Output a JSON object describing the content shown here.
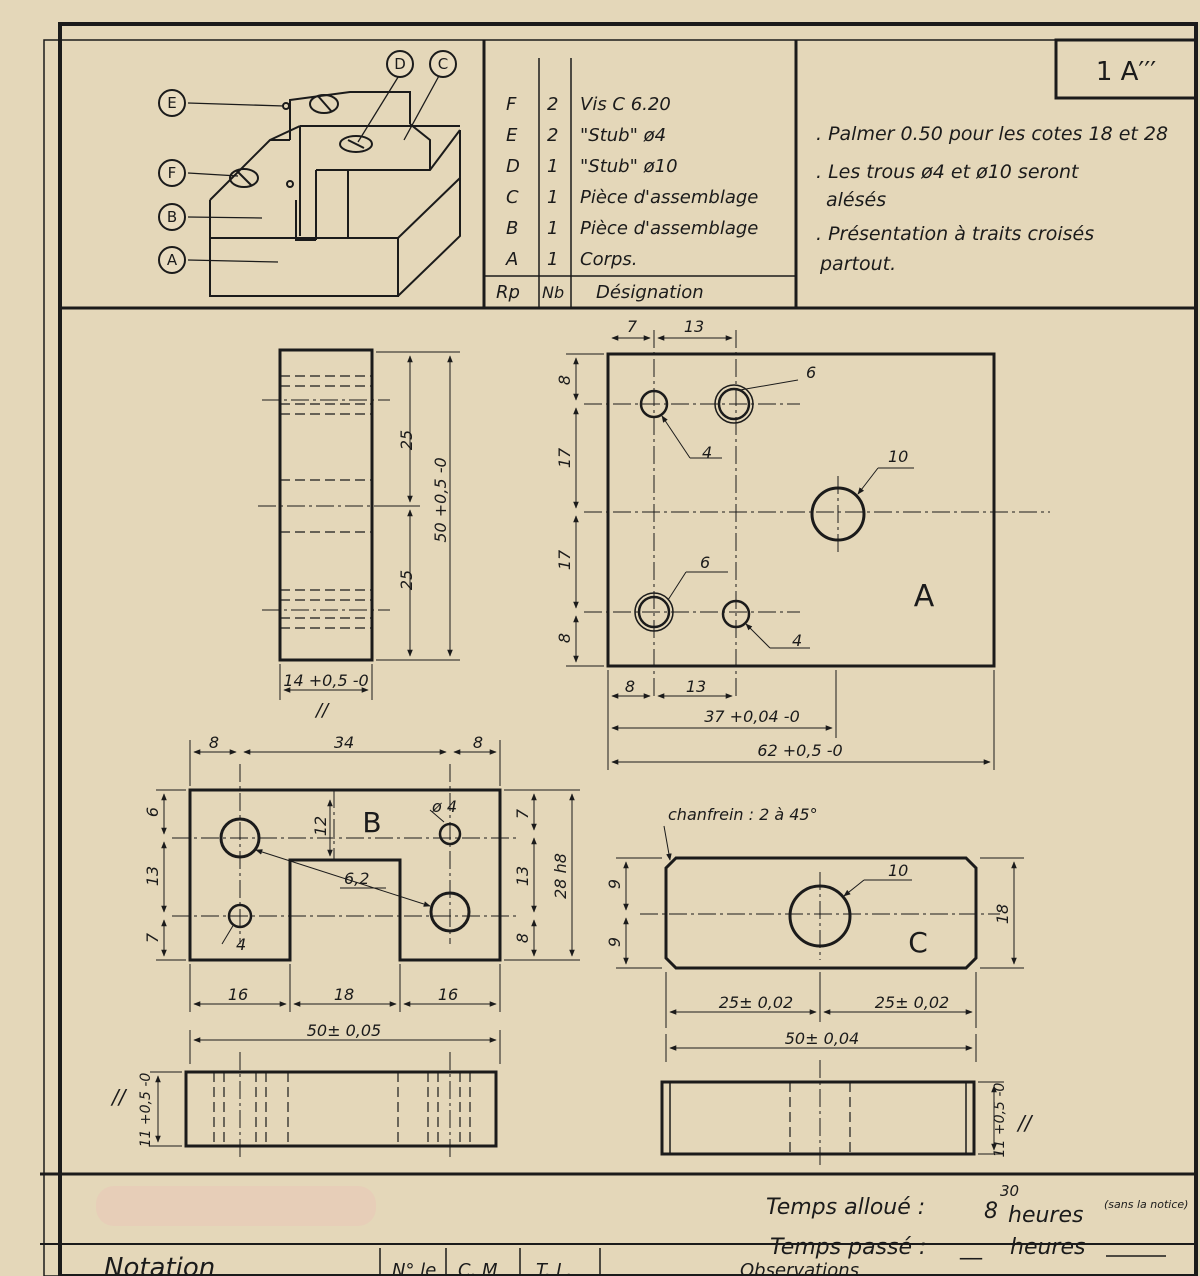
{
  "title_block": {
    "code": "1 A′′′"
  },
  "parts_list": {
    "headers": {
      "rp": "Rp",
      "nb": "Nb",
      "designation": "Désignation"
    },
    "rows": [
      {
        "rp": "F",
        "nb": "2",
        "designation": "Vis C 6.20"
      },
      {
        "rp": "E",
        "nb": "2",
        "designation": "\"Stub\" ø4"
      },
      {
        "rp": "D",
        "nb": "1",
        "designation": "\"Stub\" ø10"
      },
      {
        "rp": "C",
        "nb": "1",
        "designation": "Pièce d'assemblage"
      },
      {
        "rp": "B",
        "nb": "1",
        "designation": "Pièce d'assemblage"
      },
      {
        "rp": "A",
        "nb": "1",
        "designation": "Corps."
      }
    ]
  },
  "notes": [
    ". Palmer 0.50 pour les cotes 18 et 28",
    ". Les trous ø4 et ø10 seront",
    "alésés",
    ". Présentation à traits croisés",
    "partout."
  ],
  "assembly": {
    "callouts": [
      "E",
      "D",
      "C",
      "F",
      "B",
      "A"
    ]
  },
  "view_A": {
    "label": "A",
    "dims": {
      "top_7": "7",
      "top_13": "13",
      "hole_6_top": "6",
      "hole_4_top": "4",
      "hole_10": "10",
      "hole_6_bottom": "6",
      "hole_4_bottom": "4",
      "left_8_top": "8",
      "left_17_top": "17",
      "left_17_bottom": "17",
      "left_8_bottom": "8",
      "bottom_8": "8",
      "bottom_13": "13",
      "width_37": "37 +0,04 -0",
      "width_62": "62 +0,5 -0"
    }
  },
  "side_view_A": {
    "dim_25_top": "25",
    "dim_25_bottom": "25",
    "dim_50": "50 +0,5 -0",
    "dim_14": "14 +0,5 -0"
  },
  "view_B": {
    "label": "B",
    "dims": {
      "top_8_left": "8",
      "top_34": "34",
      "top_8_right": "8",
      "left_6": "6",
      "left_13": "13",
      "left_7": "7",
      "dim_12": "12",
      "dia_4_top": "ø 4",
      "hole_4": "4",
      "hole_6_2": "6,2",
      "right_7": "7",
      "right_13": "13",
      "right_8": "8",
      "height_28": "28 h8",
      "bottom_16_left": "16",
      "bottom_18": "18",
      "bottom_16_right": "16",
      "width_50": "50± 0,05",
      "side_11": "11 +0,5 -0"
    }
  },
  "view_C": {
    "label": "C",
    "chamfer": "chanfrein : 2 à 45°",
    "dims": {
      "hole_10": "10",
      "left_9_top": "9",
      "left_9_bottom": "9",
      "right_18": "18",
      "half_25_left": "25± 0,02",
      "half_25_right": "25± 0,02",
      "width_50": "50± 0,04",
      "side_11": "11 +0,5 -0"
    }
  },
  "footer": {
    "temps_alloue_label": "Temps alloué :",
    "temps_alloue_value": "8",
    "temps_alloue_correction": "30",
    "heures": "heures",
    "sans_notice": "(sans la notice)",
    "temps_passe_label": "Temps passé :",
    "temps_passe_value": "__",
    "notation": "Notation",
    "col_n": "N° le",
    "col_c": "C. M",
    "col_t": "T. L.",
    "col_obs": "Observations"
  },
  "colors": {
    "paper": "#e9dcc0",
    "ink": "#1b1b1b",
    "correction": "#c0392b"
  }
}
